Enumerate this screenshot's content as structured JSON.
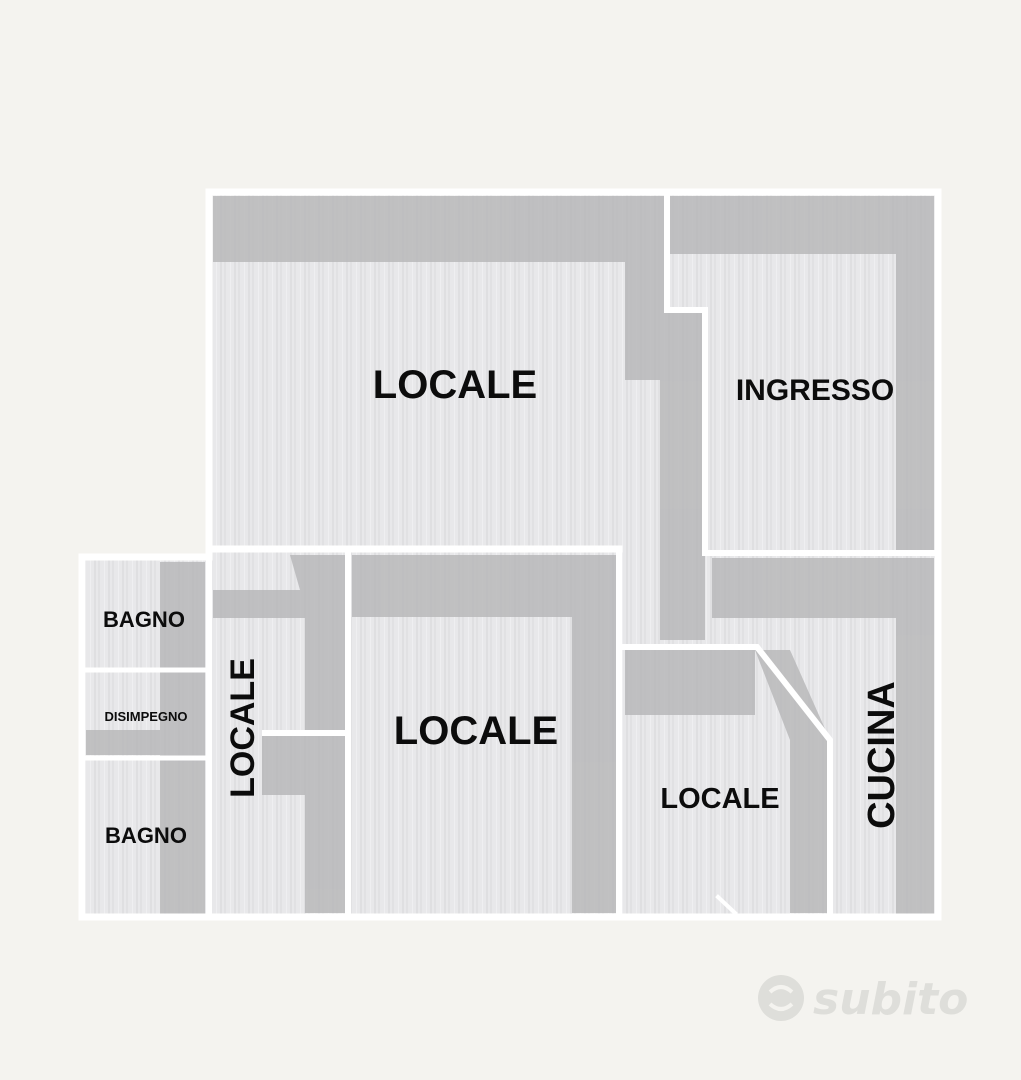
{
  "floor_plan": {
    "rooms": {
      "locale_top": "LOCALE",
      "ingresso": "INGRESSO",
      "locale_center": "LOCALE",
      "locale_vertical": "LOCALE",
      "locale_small": "LOCALE",
      "cucina": "CUCINA",
      "bagno_top": "BAGNO",
      "disimpegno": "DISIMPEGNO",
      "bagno_bottom": "BAGNO"
    },
    "colors": {
      "background": "#f4f3ef",
      "floor": "#e7e7e9",
      "shadow": "#b9b9bb",
      "wall": "#ffffff",
      "label": "#0c0c0c"
    }
  },
  "watermark": {
    "text": "subito",
    "icon": "subito-logo-icon"
  }
}
